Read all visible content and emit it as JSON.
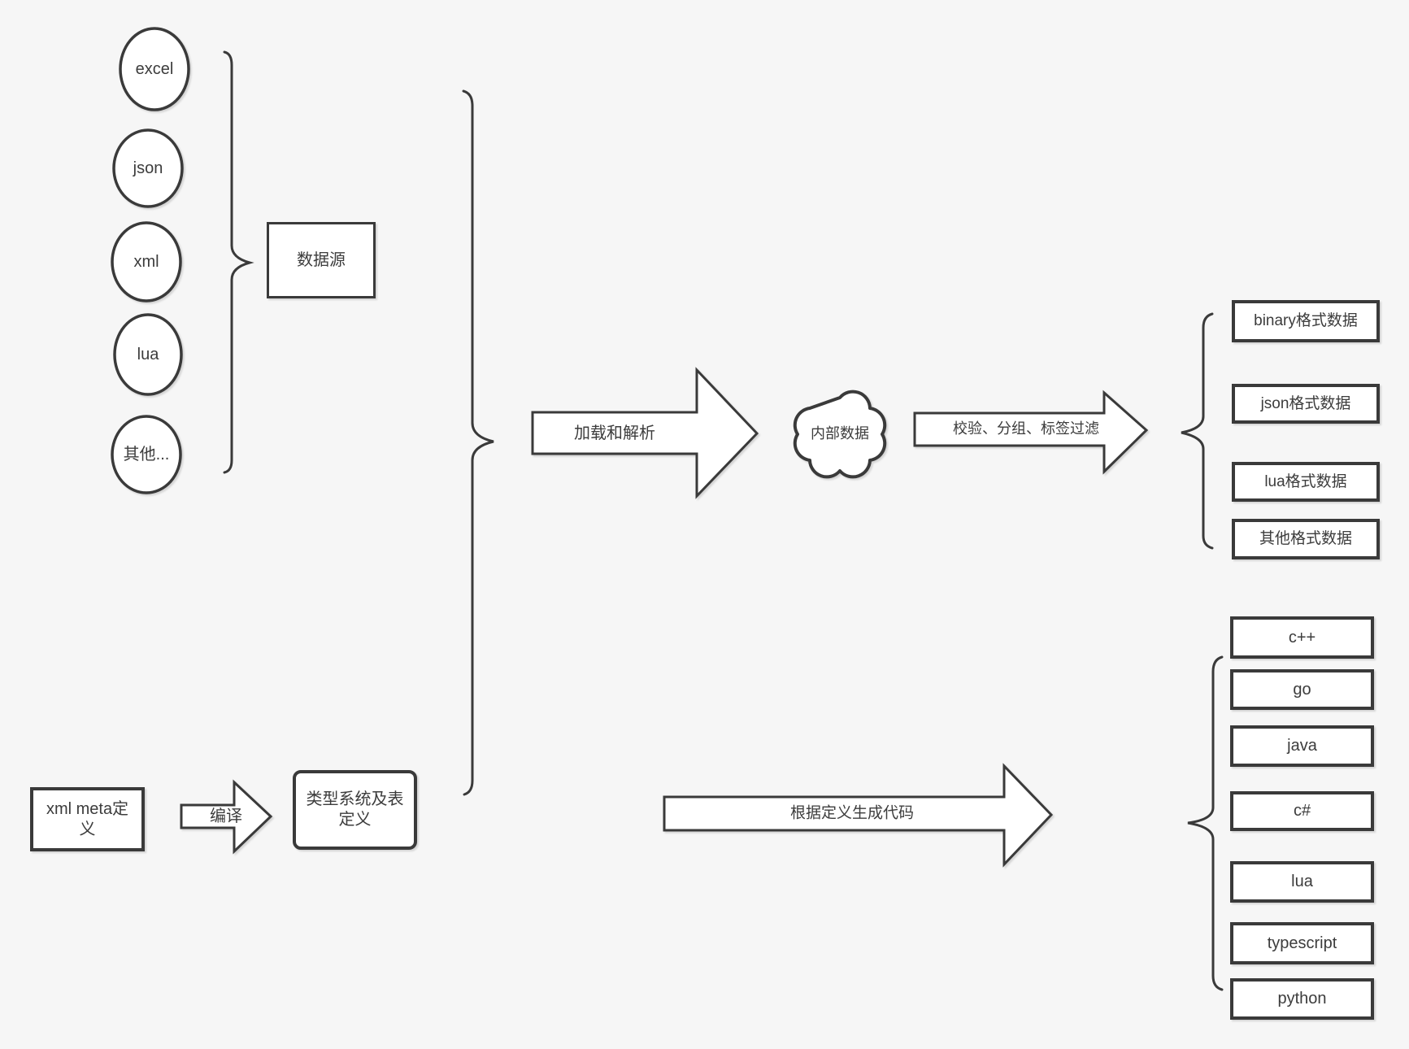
{
  "style": {
    "background": "#f6f6f6",
    "line": "#3a3a3a",
    "node_fill": "#ffffff",
    "text": "#3c3c3c"
  },
  "sources": {
    "group_label": "数据源",
    "items": [
      "excel",
      "json",
      "xml",
      "lua",
      "其他..."
    ]
  },
  "definitions": {
    "xml_meta": "xml meta定义",
    "compile": "编译",
    "type_system": "类型系统及表定义"
  },
  "pipeline": {
    "load_parse": "加载和解析",
    "internal_data": "内部数据",
    "validate_filter": "校验、分组、标签过滤",
    "generate_code": "根据定义生成代码"
  },
  "outputs": {
    "formats": [
      "binary格式数据",
      "json格式数据",
      "lua格式数据",
      "其他格式数据"
    ],
    "languages": [
      "c++",
      "go",
      "java",
      "c#",
      "lua",
      "typescript",
      "python"
    ]
  }
}
